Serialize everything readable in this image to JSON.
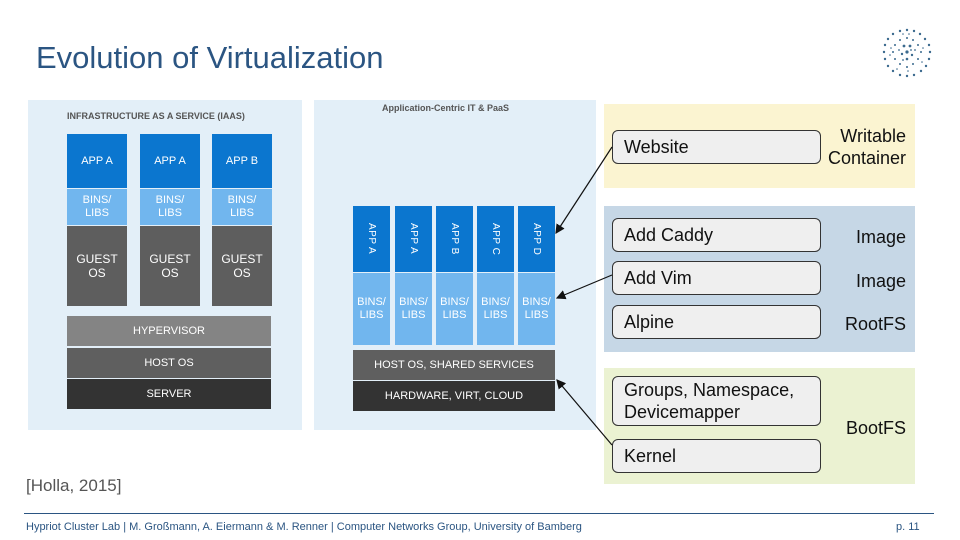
{
  "slide": {
    "title": "Evolution of Virtualization",
    "citation": "[Holla, 2015]",
    "footer": "Hypriot Cluster Lab | M. Großmann, A. Eiermann & M. Renner | Computer Networks Group, University of Bamberg",
    "page": "p. 11"
  },
  "iaas": {
    "heading": "INFRASTRUCTURE AS A SERVICE (IAAS)",
    "apps": [
      "APP A",
      "APP A",
      "APP B"
    ],
    "bins": "BINS/ LIBS",
    "guest": "GUEST OS",
    "hypervisor": "HYPERVISOR",
    "host_os": "HOST OS",
    "server": "SERVER"
  },
  "paas": {
    "heading": "Application-Centric IT & PaaS",
    "apps": [
      "APP A",
      "APP A",
      "APP B",
      "APP C",
      "APP D"
    ],
    "bins": "BINS/ LIBS",
    "host": "HOST OS, SHARED SERVICES",
    "hardware": "HARDWARE, VIRT, CLOUD"
  },
  "layers": {
    "writable": {
      "box": "Website",
      "label": "Writable Container"
    },
    "image": [
      {
        "box": "Add Caddy",
        "label": "Image"
      },
      {
        "box": "Add Vim",
        "label": "Image"
      },
      {
        "box": "Alpine",
        "label": "RootFS"
      }
    ],
    "boot": {
      "boxes": [
        "Groups, Namespace, Devicemapper",
        "Kernel"
      ],
      "label": "BootFS"
    }
  }
}
